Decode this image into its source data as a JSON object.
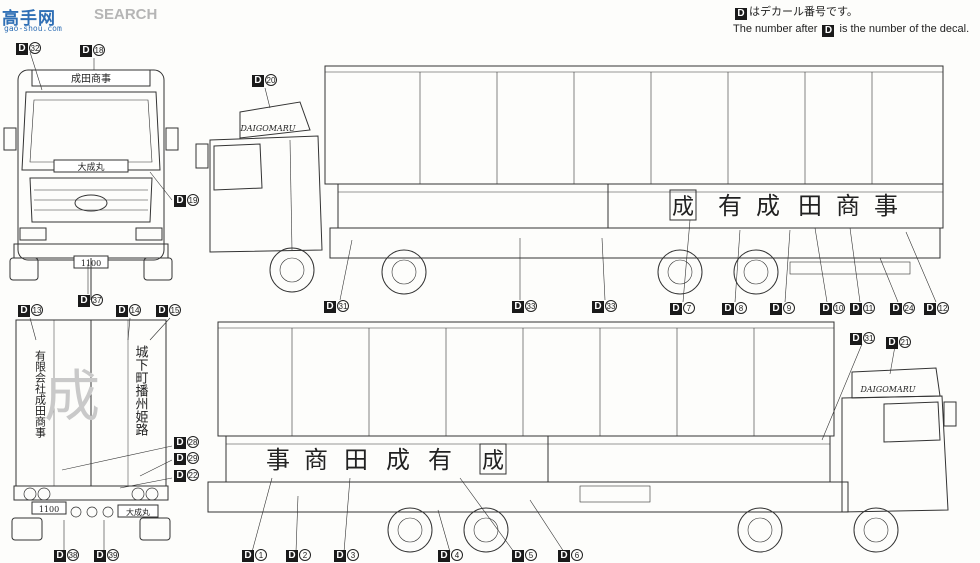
{
  "watermark": {
    "logo": "高手网",
    "domain": "gao-shou.com",
    "search": "SEARCH",
    "badge_icon": "d-badge-icon"
  },
  "header": {
    "line1_jp": "はデカール番号です。",
    "line2_prefix": "The number after",
    "line2_suffix": "is the number of the decal.",
    "d_letter": "D"
  },
  "truck_text": {
    "front_header_sign": "成田商事",
    "front_windshield_sign": "大成丸",
    "front_plate": "1100",
    "brand": "DAIGOMARU",
    "brand_top": "DAIGOMARU",
    "rear_big_kanji": "成",
    "rear_col_left": "有限会社成田商事",
    "rear_col_right": "城下町播州姫路",
    "rear_plate": "1100",
    "rear_sign": "大成丸",
    "side_logo": "成",
    "side_top_text": [
      "有",
      "成",
      "田",
      "商",
      "事"
    ],
    "side_bottom_text": [
      "事",
      "商",
      "田",
      "成",
      "有"
    ]
  },
  "callouts": [
    {
      "id": "32",
      "label": "32"
    },
    {
      "id": "18",
      "label": "18"
    },
    {
      "id": "19",
      "label": "19"
    },
    {
      "id": "37",
      "label": "37"
    },
    {
      "id": "20",
      "label": "20"
    },
    {
      "id": "31a",
      "label": "31"
    },
    {
      "id": "33a",
      "label": "33"
    },
    {
      "id": "33b",
      "label": "33"
    },
    {
      "id": "7",
      "label": "7"
    },
    {
      "id": "8",
      "label": "8"
    },
    {
      "id": "9",
      "label": "9"
    },
    {
      "id": "10",
      "label": "10"
    },
    {
      "id": "11",
      "label": "11"
    },
    {
      "id": "24",
      "label": "24"
    },
    {
      "id": "12",
      "label": "12"
    },
    {
      "id": "13",
      "label": "13"
    },
    {
      "id": "14",
      "label": "14"
    },
    {
      "id": "15",
      "label": "15"
    },
    {
      "id": "28",
      "label": "28"
    },
    {
      "id": "29",
      "label": "29"
    },
    {
      "id": "22",
      "label": "22"
    },
    {
      "id": "38",
      "label": "38"
    },
    {
      "id": "39",
      "label": "39"
    },
    {
      "id": "31b",
      "label": "31"
    },
    {
      "id": "21",
      "label": "21"
    },
    {
      "id": "1",
      "label": "1"
    },
    {
      "id": "2",
      "label": "2"
    },
    {
      "id": "3",
      "label": "3"
    },
    {
      "id": "4",
      "label": "4"
    },
    {
      "id": "5",
      "label": "5"
    },
    {
      "id": "6",
      "label": "6"
    }
  ]
}
